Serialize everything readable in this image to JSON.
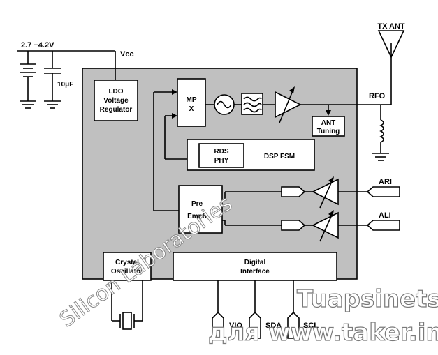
{
  "labels": {
    "supply": "2.7 −4.2V",
    "vcc": "Vcc",
    "cap": "10μF",
    "tx_ant": "TX ANT",
    "rfo": "RFO",
    "ldo_1": "LDO",
    "ldo_2": "Voltage",
    "ldo_3": "Regulator",
    "mpx_1": "MP",
    "mpx_2": "X",
    "ant_tuning_1": "ANT",
    "ant_tuning_2": "Tuning",
    "rds_1": "RDS",
    "rds_2": "PHY",
    "dsp_fsm": "DSP FSM",
    "pre_1": "Pre",
    "pre_2": "Emph",
    "ari": "ARI",
    "ali": "ALI",
    "crystal_1": "Crystal",
    "crystal_2": "Oscillator",
    "digital_1": "Digital",
    "digital_2": "Interface",
    "vio": "VIO",
    "sda": "SDA",
    "scl": "SCL"
  },
  "watermarks": {
    "diagonal": "Silicon Laboratories",
    "brand": "Tuapsinets",
    "site": "для www.taker.im"
  },
  "colors": {
    "chip_fill": "#c0c0c0",
    "line": "#000000"
  }
}
